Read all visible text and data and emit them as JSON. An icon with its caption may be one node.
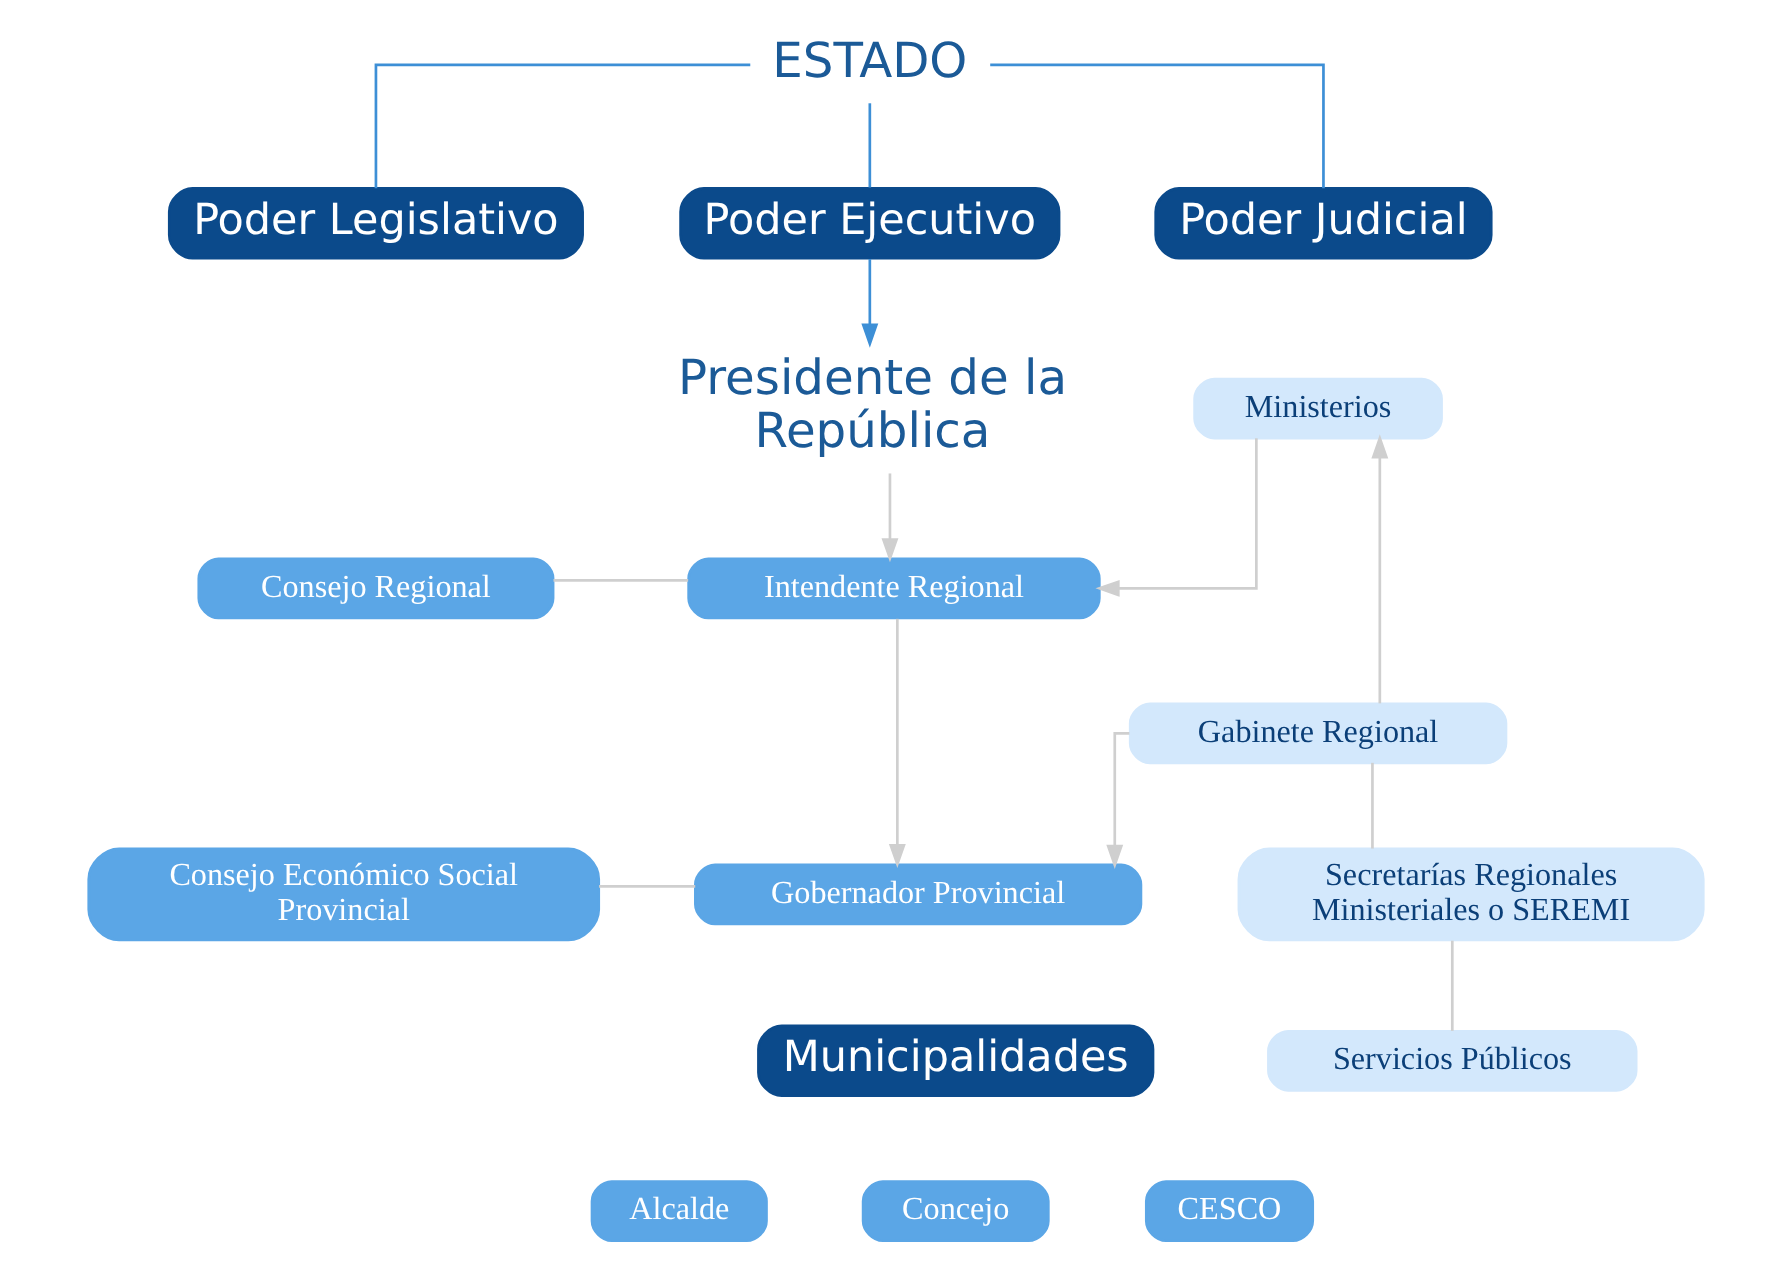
{
  "diagram": {
    "nodes": [
      {
        "text": [
          "ESTADO"
        ]
      },
      {
        "text": [
          "Poder Legislativo"
        ]
      },
      {
        "text": [
          "Poder Ejecutivo"
        ]
      },
      {
        "text": [
          "Poder Judicial"
        ]
      },
      {
        "text": [
          "Presidente de la República"
        ]
      },
      {
        "text": [
          "Ministerios"
        ]
      },
      {
        "text": [
          "Consejo Regional"
        ]
      },
      {
        "text": [
          "Intendente Regional"
        ]
      },
      {
        "text": [
          "Gabinete Regional"
        ]
      },
      {
        "text": [
          "Consejo Económico Social Provincial"
        ]
      },
      {
        "text": [
          "Gobernador Provincial"
        ]
      },
      {
        "text": [
          "Secretarías Regionales Ministeriales o SEREMI"
        ]
      },
      {
        "text": [
          "Servicios Públicos"
        ]
      },
      {
        "text": [
          "Municipalidades"
        ]
      },
      {
        "text": [
          "Alcalde"
        ]
      },
      {
        "text": [
          "Concejo"
        ]
      },
      {
        "text": [
          "CESCO"
        ]
      }
    ],
    "edges": [
      {
        "from": 0,
        "to": 1,
        "arrow": "none",
        "color": "#3d8fd6"
      },
      {
        "from": 0,
        "to": 2,
        "arrow": "none",
        "color": "#3d8fd6"
      },
      {
        "from": 0,
        "to": 3,
        "arrow": "none",
        "color": "#3d8fd6"
      },
      {
        "from": 2,
        "to": 4,
        "arrow": "to",
        "color": "#3d8fd6"
      },
      {
        "from": 4,
        "to": 7,
        "arrow": "to"
      },
      {
        "from": 5,
        "to": 7,
        "arrow": "to"
      },
      {
        "from": 6,
        "to": 7,
        "arrow": "none"
      },
      {
        "from": 7,
        "to": 10,
        "arrow": "to"
      },
      {
        "from": 8,
        "to": 10,
        "arrow": "to"
      },
      {
        "from": 9,
        "to": 10,
        "arrow": "none"
      },
      {
        "from": 8,
        "to": 5,
        "arrow": "to"
      },
      {
        "from": 8,
        "to": 11,
        "arrow": "none"
      },
      {
        "from": 11,
        "to": 12,
        "arrow": "none"
      }
    ]
  }
}
